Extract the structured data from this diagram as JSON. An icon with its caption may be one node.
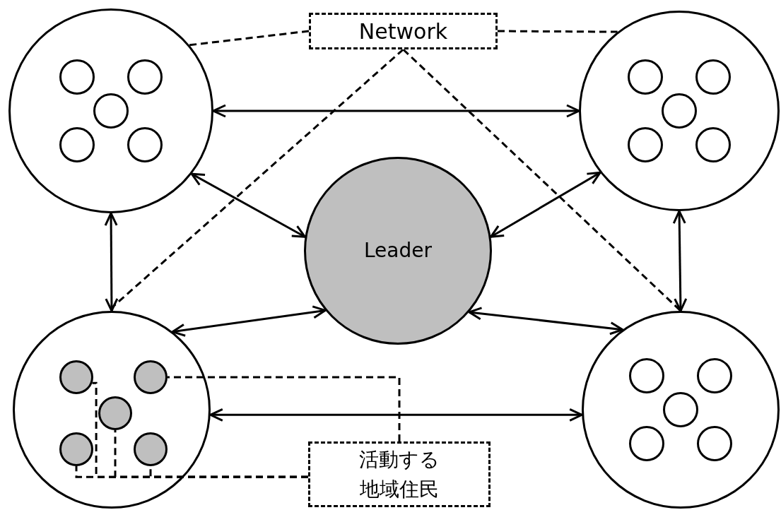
{
  "diagram": {
    "nodes": [
      {
        "text": [
          "Network"
        ]
      },
      {
        "text": [],
        "shape": "circle"
      },
      {
        "text": [],
        "shape": "circle",
        "in": 1
      },
      {
        "text": [],
        "shape": "circle",
        "in": 1
      },
      {
        "text": [],
        "shape": "circle",
        "in": 1
      },
      {
        "text": [],
        "shape": "circle",
        "in": 1
      },
      {
        "text": [],
        "shape": "circle",
        "in": 1
      },
      {
        "text": [],
        "shape": "circle"
      },
      {
        "text": [],
        "shape": "circle",
        "in": 7
      },
      {
        "text": [],
        "shape": "circle",
        "in": 7
      },
      {
        "text": [],
        "shape": "circle",
        "in": 7
      },
      {
        "text": [],
        "shape": "circle",
        "in": 7
      },
      {
        "text": [],
        "shape": "circle",
        "in": 7
      },
      {
        "text": [
          "Leader"
        ]
      },
      {
        "text": [],
        "shape": "circle"
      },
      {
        "text": [],
        "shape": "circle",
        "in": 14
      },
      {
        "text": [],
        "shape": "circle",
        "in": 14
      },
      {
        "text": [],
        "shape": "circle",
        "in": 14
      },
      {
        "text": [],
        "shape": "circle",
        "in": 14
      },
      {
        "text": [],
        "shape": "circle",
        "in": 14
      },
      {
        "text": [],
        "shape": "circle"
      },
      {
        "text": [],
        "shape": "circle",
        "in": 20
      },
      {
        "text": [],
        "shape": "circle",
        "in": 20
      },
      {
        "text": [],
        "shape": "circle",
        "in": 20
      },
      {
        "text": [],
        "shape": "circle",
        "in": 20
      },
      {
        "text": [],
        "shape": "circle",
        "in": 20
      },
      {
        "text": [
          "活動する地域住民"
        ]
      }
    ],
    "edges": [
      {
        "from": 0,
        "to": 1,
        "arrow": "none",
        "style": "dashed"
      },
      {
        "from": 0,
        "to": 7,
        "arrow": "none",
        "style": "dashed"
      },
      {
        "from": 0,
        "to": 14,
        "arrow": "none",
        "style": "dashed"
      },
      {
        "from": 0,
        "to": 20,
        "arrow": "none",
        "style": "dashed"
      },
      {
        "from": 1,
        "to": 7,
        "arrow": "both"
      },
      {
        "from": 1,
        "to": 13,
        "arrow": "both"
      },
      {
        "from": 7,
        "to": 13,
        "arrow": "both"
      },
      {
        "from": 1,
        "to": 14,
        "arrow": "both"
      },
      {
        "from": 7,
        "to": 20,
        "arrow": "both"
      },
      {
        "from": 14,
        "to": 13,
        "arrow": "both"
      },
      {
        "from": 20,
        "to": 13,
        "arrow": "both"
      },
      {
        "from": 14,
        "to": 20,
        "arrow": "both"
      },
      {
        "from": 26,
        "to": 15,
        "arrow": "none",
        "style": "dashed"
      },
      {
        "from": 26,
        "to": 16,
        "arrow": "none",
        "style": "dashed"
      },
      {
        "from": 26,
        "to": 17,
        "arrow": "none",
        "style": "dashed"
      },
      {
        "from": 26,
        "to": 18,
        "arrow": "none",
        "style": "dashed"
      },
      {
        "from": 26,
        "to": 19,
        "arrow": "none",
        "style": "dashed"
      }
    ]
  }
}
